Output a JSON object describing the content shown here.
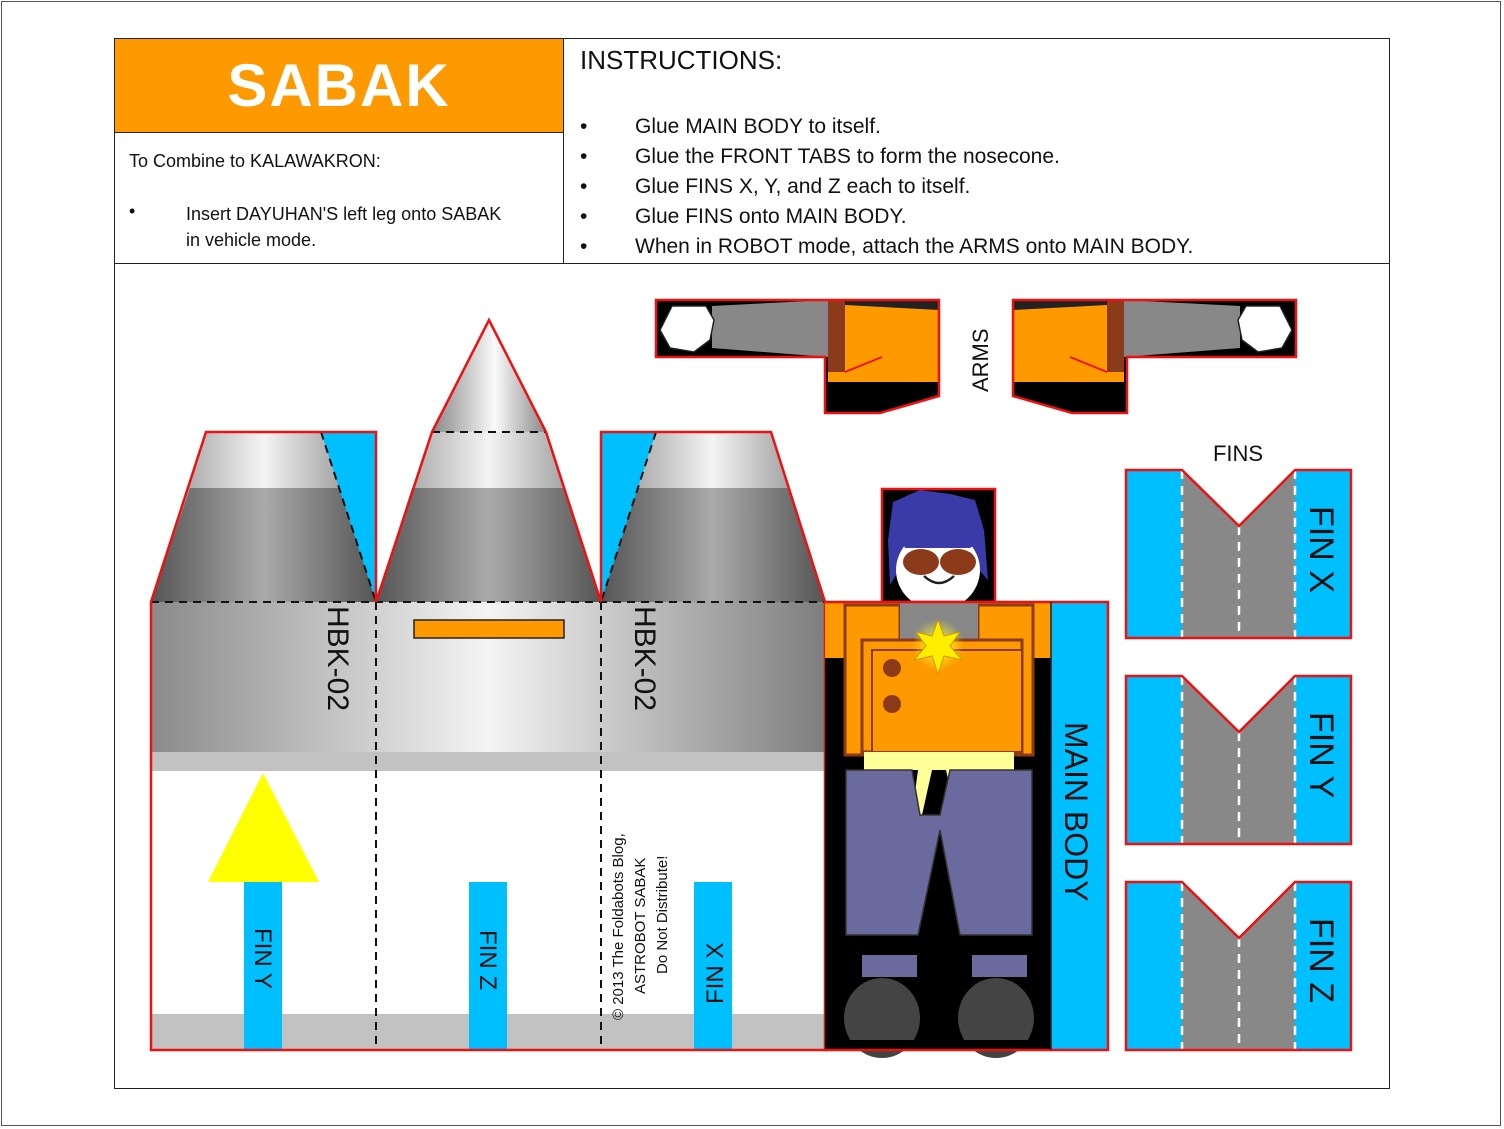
{
  "title": "SABAK",
  "combine": {
    "heading": "To Combine to KALAWAKRON:",
    "bullet": "•",
    "text": "Insert DAYUHAN'S left leg onto SABAK in vehicle mode."
  },
  "instructions": {
    "heading": "INSTRUCTIONS:",
    "bullet": "•",
    "items": [
      "Glue MAIN BODY to itself.",
      "Glue the FRONT TABS to form the nosecone.",
      "Glue FINS X, Y, and Z each to itself.",
      "Glue FINS onto MAIN BODY.",
      "When in ROBOT mode, attach the ARMS onto MAIN BODY."
    ]
  },
  "labels": {
    "arms": "ARMS",
    "fins": "FINS",
    "fin_x": "FIN X",
    "fin_y": "FIN Y",
    "fin_z": "FIN Z",
    "main_body": "MAIN BODY",
    "hbk_left": "HBK-02",
    "hbk_right": "HBK-02",
    "copyright_line1": "© 2013 The Foldabots Blog,",
    "copyright_line2": "ASTROBOT SABAK",
    "copyright_line3": "Do Not Distribute!"
  },
  "colors": {
    "accent_orange": "#ff9900",
    "cut_red": "#ee1111",
    "cyan": "#00bfff",
    "yellow_arrow": "#ffff00",
    "robot_purple": "#6a6a9e",
    "hair_blue": "#3a3aa8"
  },
  "icons": {
    "chest_emblem": "star-burst-icon",
    "direction_arrow": "triangle-arrow-icon"
  }
}
